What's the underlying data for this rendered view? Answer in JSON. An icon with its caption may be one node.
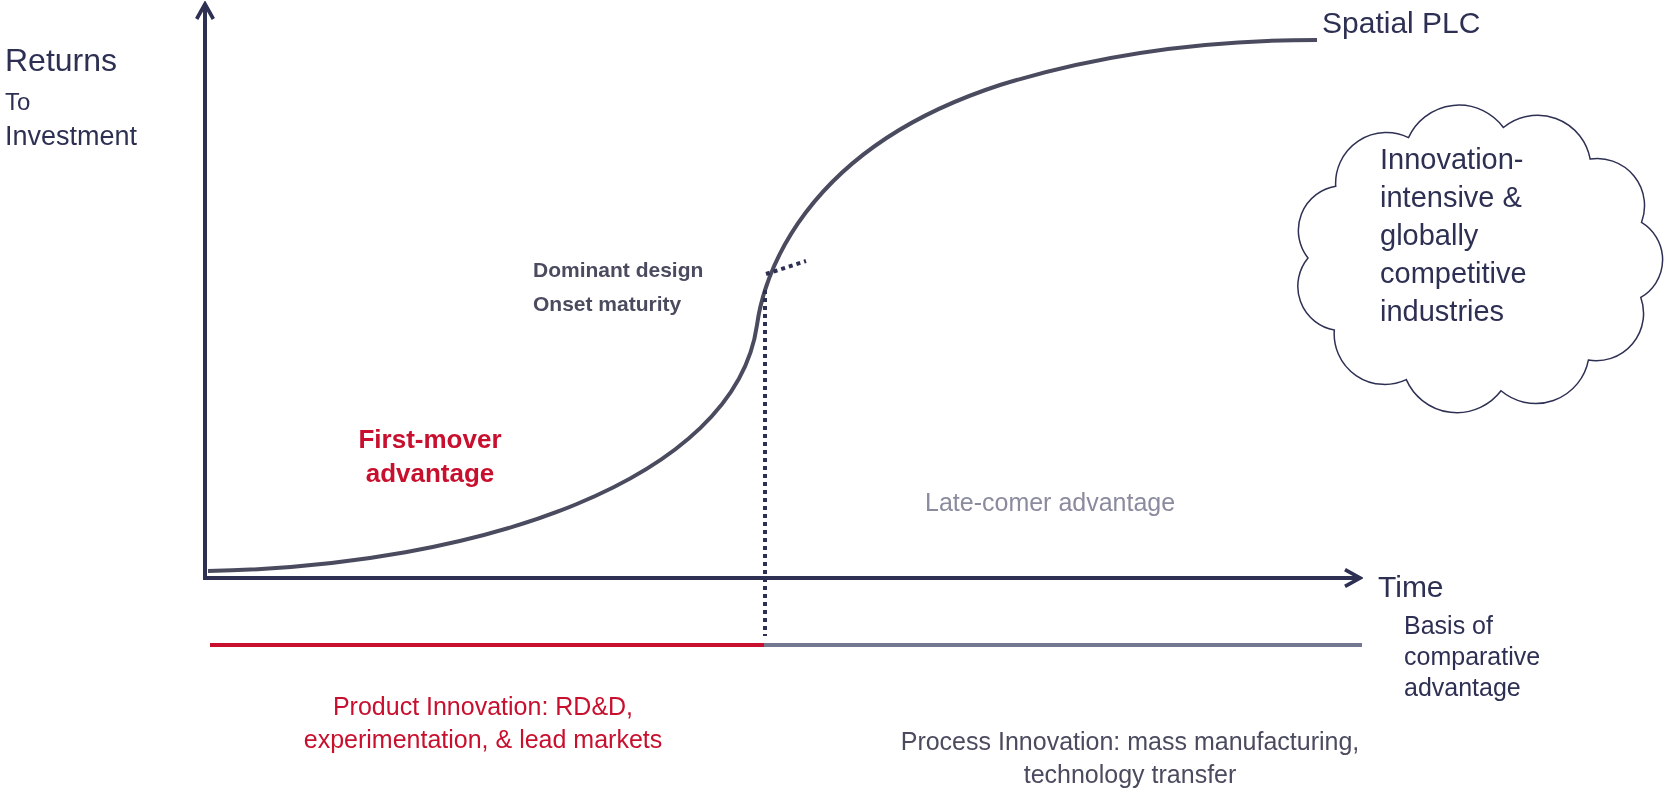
{
  "diagram": {
    "nodes": [
      {
        "text": [
          "Innovation-intensive & globally competitive industries"
        ]
      }
    ],
    "labels": [
      "Returns",
      "To",
      "Investment",
      "Spatial PLC",
      "Dominant design",
      "Onset maturity",
      "First-mover advantage",
      "Late-comer advantage",
      "Time",
      "Basis of comparative advantage",
      "Product Innovation: RD&D, experimentation, & lead markets",
      "Process Innovation: mass manufacturing, technology transfer"
    ]
  }
}
